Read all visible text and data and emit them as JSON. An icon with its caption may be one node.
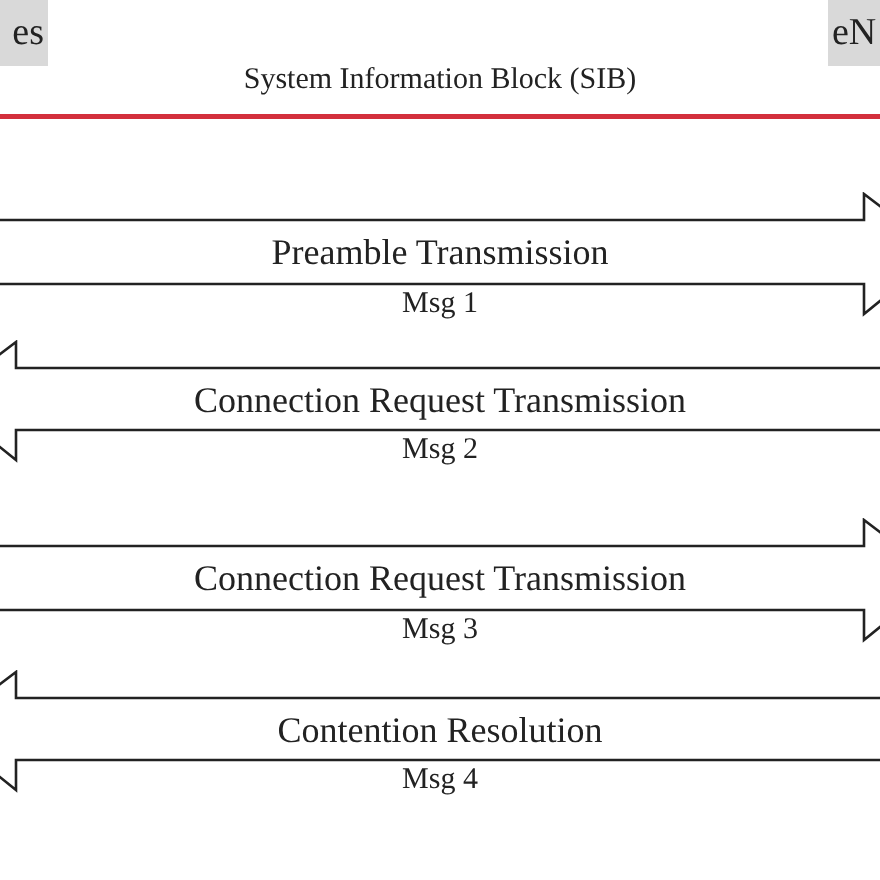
{
  "diagram": {
    "nodes": [
      {
        "text": [
          "es"
        ]
      },
      {
        "text": [
          "eN"
        ]
      },
      {
        "text": [
          "Preamble Transmission"
        ],
        "beside": [
          "Msg 1"
        ]
      },
      {
        "text": [
          "Connection Request Transmission"
        ],
        "beside": [
          "Msg 2"
        ]
      },
      {
        "text": [
          "Connection Request Transmission"
        ],
        "beside": [
          "Msg 3"
        ]
      },
      {
        "text": [
          "Contention Resolution"
        ],
        "beside": [
          "Msg 4"
        ]
      }
    ],
    "labels": [
      "System Information Block (SIB)"
    ]
  }
}
